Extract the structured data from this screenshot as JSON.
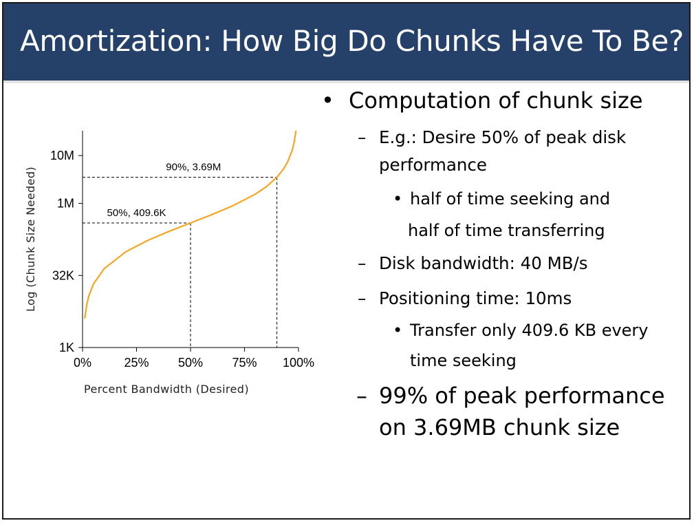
{
  "title": "Amortization: How Big Do Chunks Have To Be?",
  "colors": {
    "header_bg": "#25416a",
    "header_text": "#ffffff",
    "curve": "#f5a623"
  },
  "bullets": {
    "main": "Computation of chunk size",
    "b1_line1": "E.g.: Desire 50% of peak disk",
    "b1_line2": "performance",
    "b1a_line1": "half of time seeking and",
    "b1a_line2": "half of time transferring",
    "b2": "Disk bandwidth: 40 MB/s",
    "b3": "Positioning time: 10ms",
    "b3a_line1": "Transfer only 409.6 KB every",
    "b3a_line2": "time seeking",
    "b4_line1": "99% of peak performance",
    "b4_line2": "on 3.69MB chunk size"
  },
  "bullet_symbols": {
    "dot": "•",
    "dash": "–"
  },
  "chart_data": {
    "type": "line",
    "xlabel": "Percent Bandwidth (Desired)",
    "ylabel": "Log (Chunk Size Needed)",
    "y_scale": "log",
    "xlim": [
      0,
      100
    ],
    "ylim_bytes": [
      1024,
      20000000
    ],
    "x_ticks": [
      0,
      25,
      50,
      75,
      100
    ],
    "x_tick_labels": [
      "0%",
      "25%",
      "50%",
      "75%",
      "100%"
    ],
    "y_ticks_bytes": [
      1024,
      32768,
      1048576,
      10485760
    ],
    "y_tick_labels": [
      "1K",
      "32K",
      "1M",
      "10M"
    ],
    "grid": false,
    "series": [
      {
        "formula": "chunk = (p/(1-p)) * 409600 bytes",
        "x": [
          1,
          2,
          3,
          5,
          10,
          20,
          30,
          40,
          50,
          60,
          70,
          80,
          85,
          90,
          93,
          95,
          97,
          98,
          99
        ],
        "y": [
          4137,
          8359,
          12668,
          21558,
          45511,
          102400,
          175543,
          273067,
          409600,
          614400,
          955733,
          1638400,
          2321067,
          3686400,
          5441829,
          7782400,
          13243733,
          20070400,
          40550400
        ],
        "color": "#f5a623"
      }
    ],
    "annotations": [
      {
        "text": "50%, 409.6K",
        "x": 50,
        "y_bytes": 409600
      },
      {
        "text": "90%, 3.69M",
        "x": 90,
        "y_bytes": 3686400
      }
    ]
  }
}
